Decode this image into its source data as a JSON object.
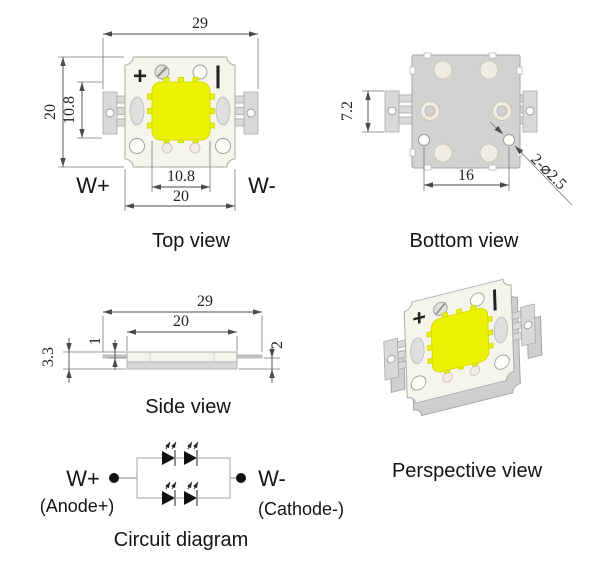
{
  "figure": {
    "views": {
      "top": {
        "title": "Top view",
        "polarity_plus": "+",
        "polarity_minus": "|",
        "anode_label": "W+",
        "cathode_label": "W-",
        "dims": {
          "overall_width": "29",
          "overall_height": "20",
          "emitter_height": "10.8",
          "emitter_width": "10.8",
          "body_width": "20"
        }
      },
      "bottom": {
        "title": "Bottom view",
        "dims": {
          "tab_height": "7.2",
          "hole_spacing": "16",
          "hole_note": "2-⌀2.5"
        }
      },
      "side": {
        "title": "Side view",
        "dims": {
          "overall_width": "29",
          "body_width": "20",
          "overall_height": "3.3",
          "lead_offset": "1",
          "base_height": "2"
        }
      },
      "perspective": {
        "title": "Perspective view",
        "polarity_plus": "+",
        "polarity_minus": "|"
      },
      "circuit": {
        "title": "Circuit diagram",
        "anode_label": "W+",
        "anode_sublabel": "(Anode+)",
        "cathode_label": "W-",
        "cathode_sublabel": "(Cathode-)"
      }
    },
    "colors": {
      "emitter": "#edf202",
      "emitter_border": "#d3da00",
      "body": "#f6f5ec",
      "tab_gray": "#d9d9d9",
      "bottom_body": "#d2d2d2",
      "pad": "#efede1",
      "line": "#4a4a4a",
      "text": "#141414"
    }
  }
}
